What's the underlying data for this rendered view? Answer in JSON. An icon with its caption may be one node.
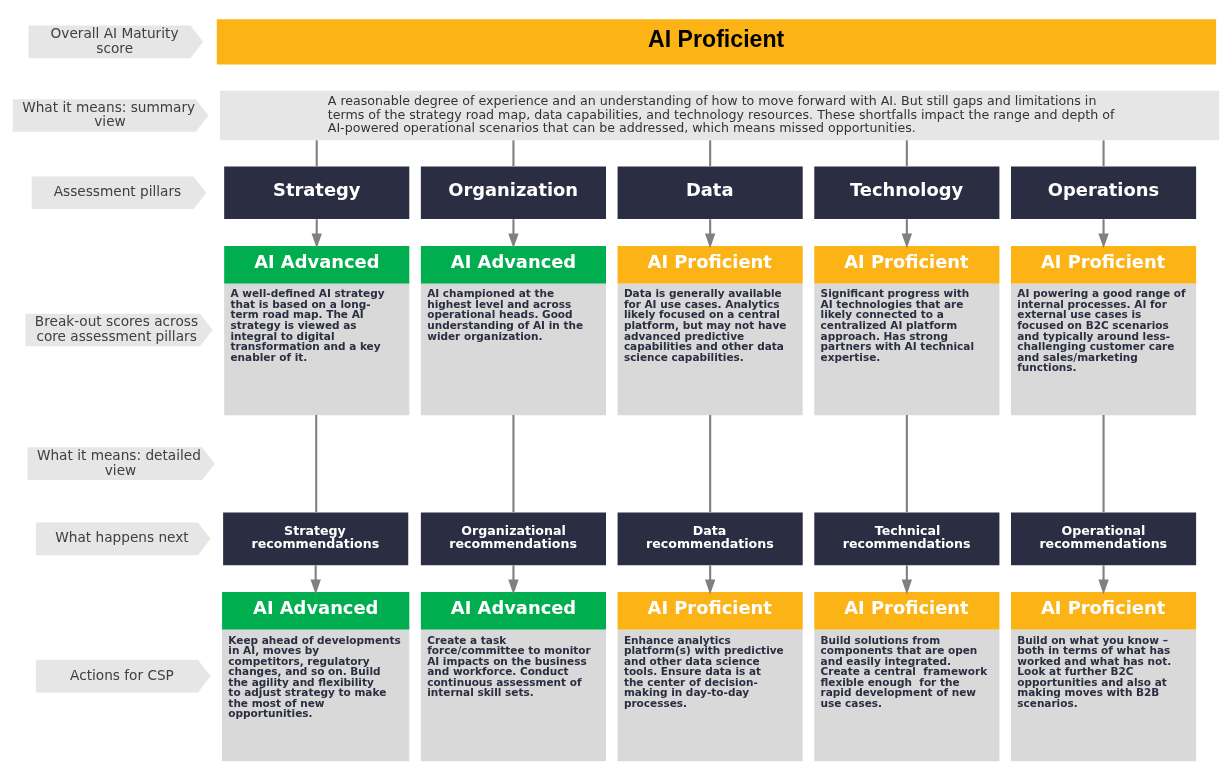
{
  "diagram": {
    "nodes": [
      {
        "text": [
          "Overall AI Maturity score"
        ]
      },
      {
        "text": [
          "AI Proficient"
        ]
      },
      {
        "text": [
          "What it means: summary view"
        ]
      },
      {
        "text": [
          "A reasonable degree of experience and an understanding of how to move forward with AI. But still gaps and limitations in terms of the strategy road map, data capabilities, and technology resources. These shortfalls impact the range and depth of AI-powered operational scenarios that can be addressed, which means missed opportunities."
        ]
      },
      {
        "text": [
          "Assessment pillars"
        ]
      },
      {
        "text": [
          "Strategy"
        ]
      },
      {
        "text": [
          "Organization"
        ]
      },
      {
        "text": [
          "Data"
        ]
      },
      {
        "text": [
          "Technology"
        ]
      },
      {
        "text": [
          "Operations"
        ]
      },
      {
        "text": [
          "Break-out scores across core assessment pillars"
        ]
      },
      {
        "text": [
          "AI Advanced",
          "A well-defined AI strategy that is based on a long-term road map. The AI strategy is viewed as integral to digital transformation and a key enabler of it."
        ]
      },
      {
        "text": [
          "AI Advanced",
          "AI championed at the highest level and across operational heads. Good understanding of AI in the wider organization."
        ]
      },
      {
        "text": [
          "AI Proficient",
          "Data is generally available for AI use cases. Analytics likely focused on a central platform, but may not have advanced predictive capabilities and other data science capabilities."
        ]
      },
      {
        "text": [
          "AI Proficient",
          "Significant progress with AI technologies that are likely connected to a centralized AI platform approach. Has strong partners with AI technical expertise."
        ]
      },
      {
        "text": [
          "AI Proficient",
          "AI powering a good range of internal processes. AI for external use cases is focused on B2C scenarios and typically around less-challenging customer care and sales/marketing functions."
        ]
      },
      {
        "text": [
          "What it means: detailed view"
        ]
      },
      {
        "text": [
          "What happens next"
        ]
      },
      {
        "text": [
          "Strategy recommendations"
        ]
      },
      {
        "text": [
          "Organizational recommendations"
        ]
      },
      {
        "text": [
          "Data recommendations"
        ]
      },
      {
        "text": [
          "Technical recommendations"
        ]
      },
      {
        "text": [
          "Operational recommendations"
        ]
      },
      {
        "text": [
          "Actions for CSP"
        ]
      },
      {
        "text": [
          "AI Advanced",
          "Keep ahead of developments in AI, moves by competitors, regulatory changes, and so on. Build the agility and flexibility to adjust strategy to make the most of new opportunities."
        ]
      },
      {
        "text": [
          "AI Advanced",
          "Create a task force/committee to monitor AI impacts on the business and workforce. Conduct continuous assessment of internal skill sets."
        ]
      },
      {
        "text": [
          "AI Proficient",
          "Enhance analytics platform(s) with predictive and other data science tools. Ensure data is at the center of decision-making in day-to-day processes."
        ]
      },
      {
        "text": [
          "AI Proficient",
          "Build solutions from components that are open and easily integrated. Create a central  framework flexible enough  for the rapid development of new use cases."
        ]
      },
      {
        "text": [
          "AI Proficient",
          "Build on what you know – both in terms of what has worked and what has not. Look at further B2C opportunities and also at making moves with B2B scenarios."
        ]
      }
    ],
    "edges": [
      {
        "from": 3,
        "to": 5,
        "arrow": "none"
      },
      {
        "from": 3,
        "to": 6,
        "arrow": "none"
      },
      {
        "from": 3,
        "to": 7,
        "arrow": "none"
      },
      {
        "from": 3,
        "to": 8,
        "arrow": "none"
      },
      {
        "from": 3,
        "to": 9,
        "arrow": "none"
      },
      {
        "from": 5,
        "to": 11,
        "arrow": "to"
      },
      {
        "from": 6,
        "to": 12,
        "arrow": "to"
      },
      {
        "from": 7,
        "to": 13,
        "arrow": "to"
      },
      {
        "from": 8,
        "to": 14,
        "arrow": "to"
      },
      {
        "from": 9,
        "to": 15,
        "arrow": "to"
      },
      {
        "from": 11,
        "to": 18,
        "arrow": "none"
      },
      {
        "from": 12,
        "to": 19,
        "arrow": "none"
      },
      {
        "from": 13,
        "to": 20,
        "arrow": "none"
      },
      {
        "from": 14,
        "to": 21,
        "arrow": "none"
      },
      {
        "from": 15,
        "to": 22,
        "arrow": "none"
      },
      {
        "from": 18,
        "to": 24,
        "arrow": "to"
      },
      {
        "from": 19,
        "to": 25,
        "arrow": "to"
      },
      {
        "from": 20,
        "to": 26,
        "arrow": "to"
      },
      {
        "from": 21,
        "to": 27,
        "arrow": "to"
      },
      {
        "from": 22,
        "to": 28,
        "arrow": "to"
      }
    ]
  }
}
